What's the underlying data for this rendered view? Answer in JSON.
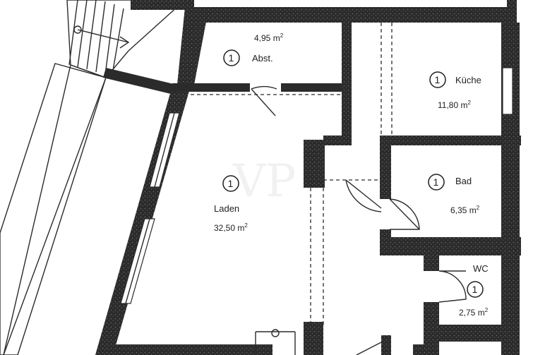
{
  "rooms": {
    "abstellraum": {
      "number": "1",
      "name": "Abst.",
      "area": "4,95 m",
      "area_exp": "2"
    },
    "kueche": {
      "number": "1",
      "name": "Küche",
      "area": "11,80 m",
      "area_exp": "2"
    },
    "laden": {
      "number": "1",
      "name": "Laden",
      "area": "32,50 m",
      "area_exp": "2"
    },
    "bad": {
      "number": "1",
      "name": "Bad",
      "area": "6,35 m",
      "area_exp": "2"
    },
    "wc": {
      "number": "1",
      "name": "WC",
      "area": "2,75 m",
      "area_exp": "2"
    }
  },
  "watermark": "VP",
  "colors": {
    "wall": "#2b2b2b",
    "paper": "#ffffff",
    "line": "#1f1f1f"
  }
}
